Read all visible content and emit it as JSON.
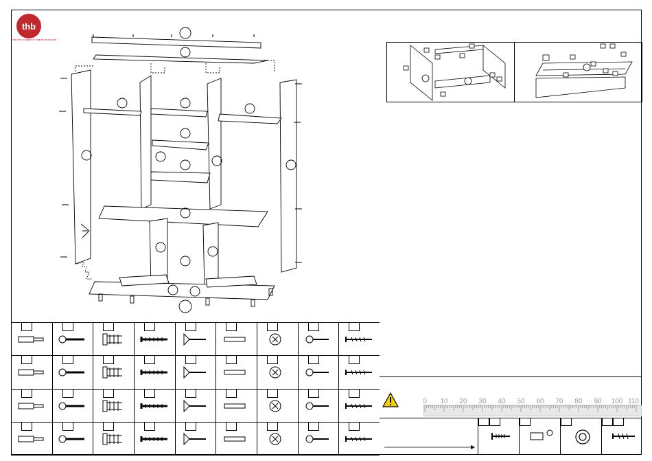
{
  "brand": {
    "name": "thb",
    "tagline": "We live a space of beauty in a world"
  },
  "ruler": {
    "ticks": [
      "0",
      "10",
      "20",
      "30",
      "40",
      "50",
      "60",
      "70",
      "80",
      "90",
      "100",
      "110"
    ]
  },
  "warning_icon": "warning-triangle-icon",
  "hardware_icons": [
    "dowel-icon",
    "cam-screw-icon",
    "ribbed-dowel-icon",
    "long-screw-icon",
    "countersunk-screw-icon",
    "wood-dowel-icon",
    "cam-lock-icon",
    "short-screw-icon",
    "wood-screw-icon",
    "rod-icon",
    "small-bracket-icon",
    "corner-bracket-icon",
    "angle-bracket-icon",
    "triangle-bracket-icon",
    "hinge-cup-icon",
    "plastic-sleeve-icon",
    "ring-icon",
    "washer-icon",
    "knob-icon",
    "clip-icon",
    "cover-cap-icon",
    "hanging-rail-icon",
    "handle-icon",
    "shelf-support-icon",
    "drawer-runner-icon",
    "rail-profile-icon",
    "hook-icon",
    "hinge-icon",
    "nail-icon",
    "long-rail-icon",
    "drawer-slide-icon",
    "drawer-slide-pair-icon",
    "slide-rail-icon",
    "small-screw-icon",
    "wall-plate-icon",
    "small-plate-icon"
  ],
  "footer_icons": [
    "screw-icon",
    "wall-plug-icon",
    "bearing-icon",
    "anchor-screw-icon"
  ]
}
